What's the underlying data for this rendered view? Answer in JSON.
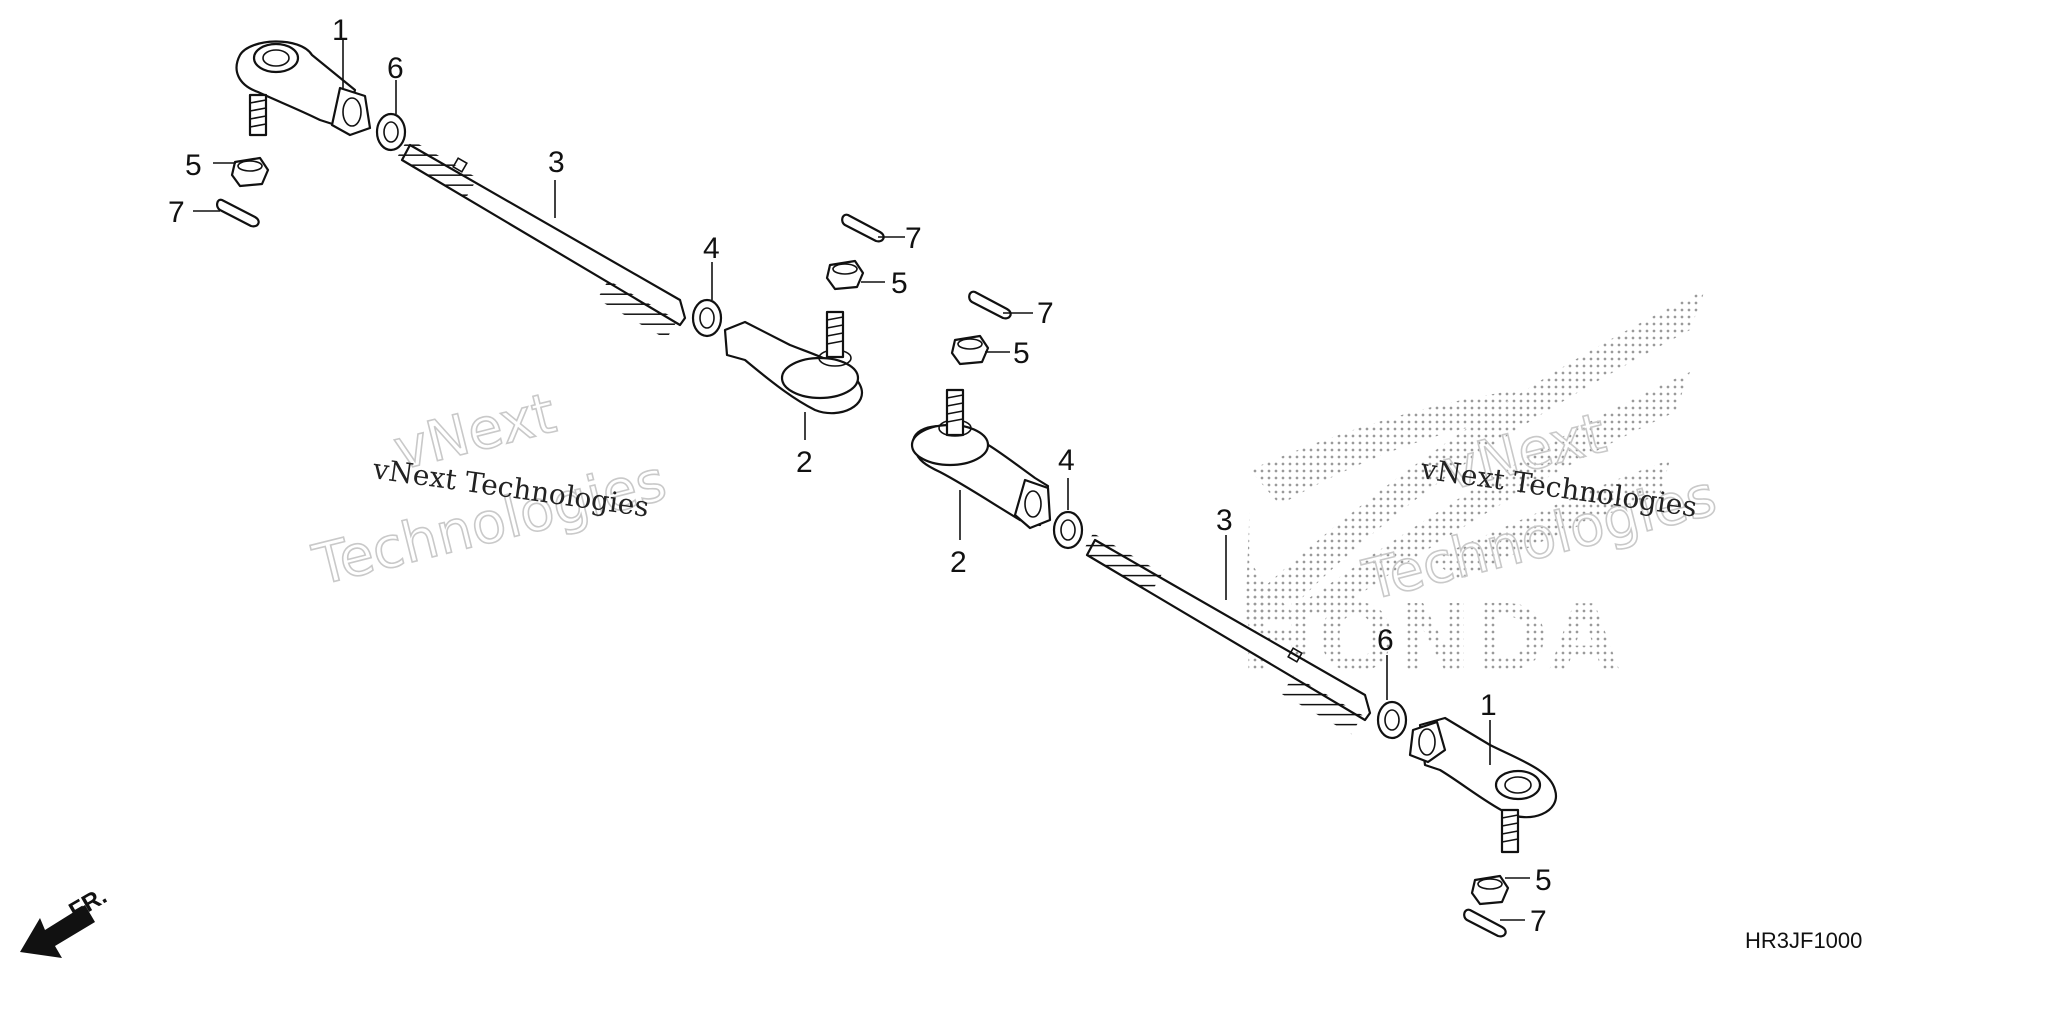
{
  "diagram": {
    "code": "HR3JF1000",
    "front_marker": "FR.",
    "callouts": {
      "tie_rod_end_outer": "1",
      "tie_rod_end_inner": "2",
      "tie_rod": "3",
      "lock_nut": "4",
      "castle_nut": "5",
      "washer_nut": "6",
      "cotter_pin": "7"
    },
    "watermarks": {
      "line": "vNext Technologies",
      "big_top": "vNext",
      "big_bottom": "Technologies"
    },
    "logo_text": "HONDA"
  }
}
